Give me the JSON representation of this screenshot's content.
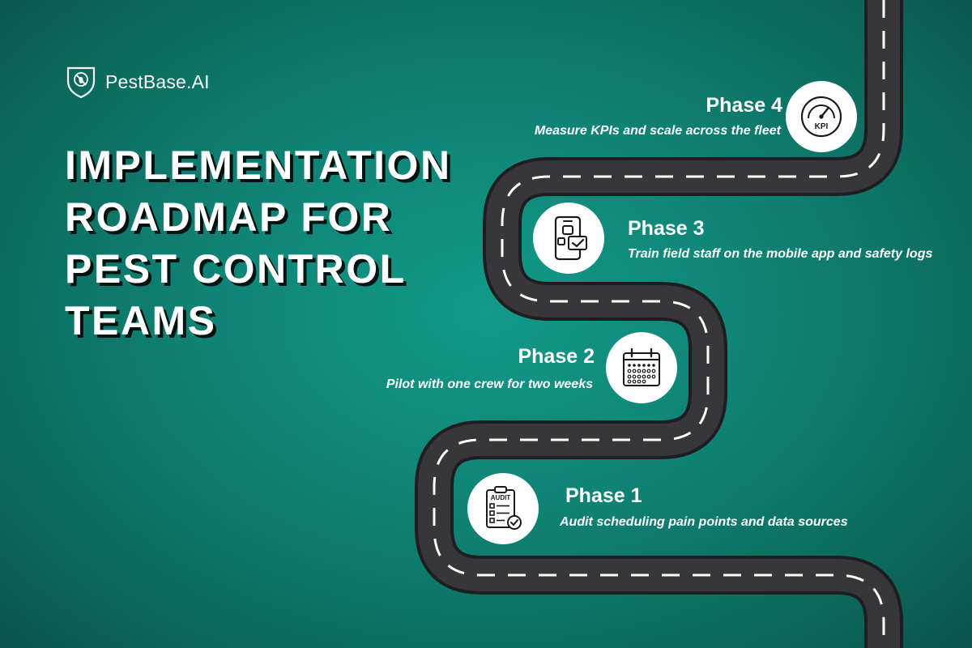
{
  "brand": {
    "name": "PestBase.AI",
    "logo_icon": "shield-bug-icon"
  },
  "title": {
    "lines": [
      "IMPLEMENTATION",
      "ROADMAP FOR",
      "PEST CONTROL",
      "TEAMS"
    ]
  },
  "phases": [
    {
      "title": "Phase 1",
      "description": "Audit scheduling pain points and data sources",
      "icon": "audit-clipboard-icon",
      "icon_text": "AUDIT"
    },
    {
      "title": "Phase 2",
      "description": "Pilot with one crew for two weeks",
      "icon": "calendar-icon"
    },
    {
      "title": "Phase 3",
      "description": "Train field staff on the mobile app and safety logs",
      "icon": "mobile-app-icon"
    },
    {
      "title": "Phase 4",
      "description": "Measure KPIs and scale across the fleet",
      "icon": "kpi-gauge-icon",
      "icon_text": "KPI"
    }
  ],
  "colors": {
    "background": "#0f8274",
    "road": "#37373a",
    "road_edge": "#1e1e20",
    "lane": "#ffffff",
    "text": "#ffffff"
  }
}
